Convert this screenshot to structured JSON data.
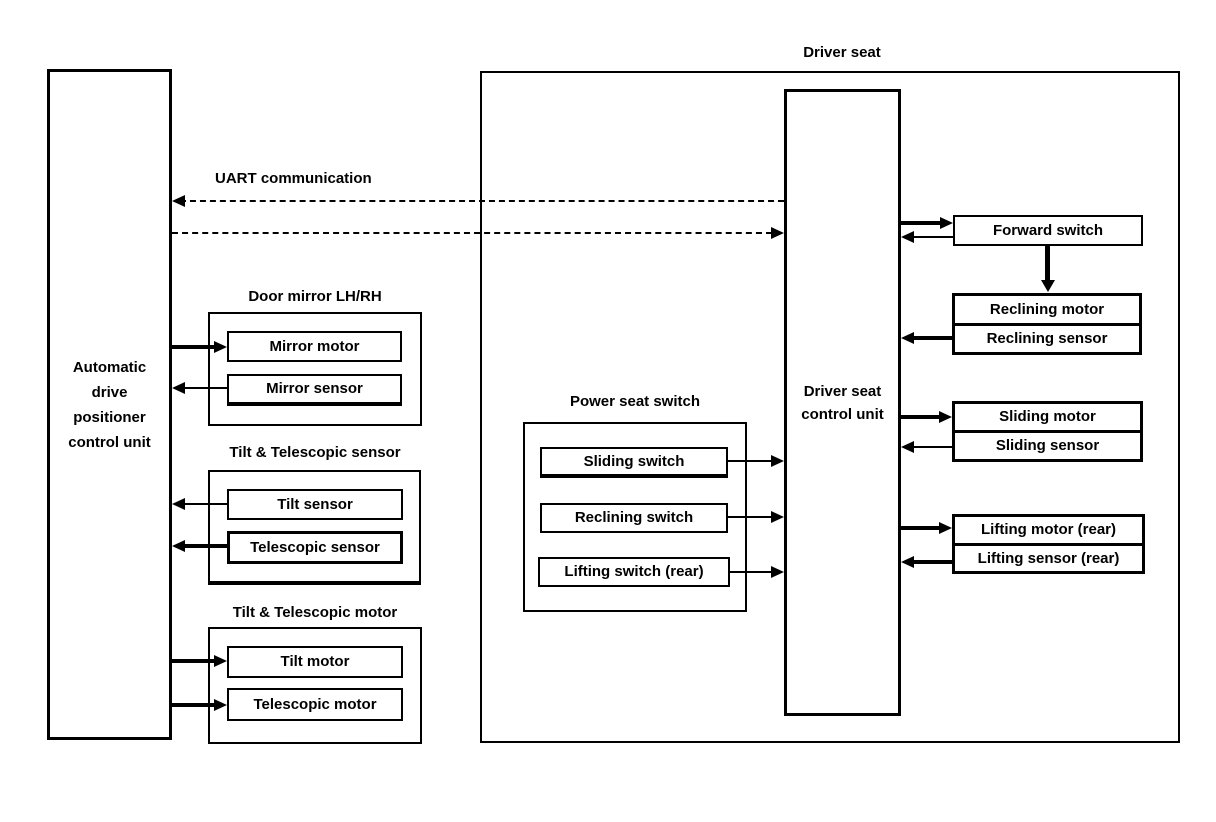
{
  "colors": {
    "line": "#000000",
    "background": "#ffffff"
  },
  "left_unit": {
    "line1": "Automatic",
    "line2": "drive",
    "line3": "positioner",
    "line4": "control unit"
  },
  "uart": {
    "label": "UART communication"
  },
  "driver_seat": {
    "title": "Driver seat",
    "control_unit": {
      "line1": "Driver seat",
      "line2": "control unit"
    }
  },
  "door_mirror": {
    "title": "Door mirror LH/RH",
    "motor": "Mirror motor",
    "sensor": "Mirror sensor"
  },
  "tilt_telescopic_sensor": {
    "title": "Tilt & Telescopic sensor",
    "tilt": "Tilt sensor",
    "telescopic": "Telescopic sensor"
  },
  "tilt_telescopic_motor": {
    "title": "Tilt & Telescopic motor",
    "tilt": "Tilt motor",
    "telescopic": "Telescopic motor"
  },
  "power_seat_switch": {
    "title": "Power seat switch",
    "sliding": "Sliding switch",
    "reclining": "Reclining switch",
    "lifting": "Lifting switch (rear)"
  },
  "seat_devices": {
    "forward_switch": "Forward switch",
    "reclining_motor": "Reclining motor",
    "reclining_sensor": "Reclining sensor",
    "sliding_motor": "Sliding motor",
    "sliding_sensor": "Sliding sensor",
    "lifting_motor": "Lifting motor (rear)",
    "lifting_sensor": "Lifting sensor (rear)"
  },
  "connections": [
    {
      "from": "Driver seat control unit",
      "to": "Automatic drive positioner control unit",
      "style": "dashed",
      "label": "UART communication"
    },
    {
      "from": "Automatic drive positioner control unit",
      "to": "Driver seat control unit",
      "style": "dashed",
      "label": "UART communication"
    },
    {
      "from": "Automatic drive positioner control unit",
      "to": "Mirror motor",
      "style": "thick"
    },
    {
      "from": "Mirror sensor",
      "to": "Automatic drive positioner control unit",
      "style": "thin"
    },
    {
      "from": "Tilt sensor",
      "to": "Automatic drive positioner control unit",
      "style": "thin"
    },
    {
      "from": "Telescopic sensor",
      "to": "Automatic drive positioner control unit",
      "style": "thick"
    },
    {
      "from": "Automatic drive positioner control unit",
      "to": "Tilt motor",
      "style": "thick"
    },
    {
      "from": "Automatic drive positioner control unit",
      "to": "Telescopic motor",
      "style": "thick"
    },
    {
      "from": "Sliding switch",
      "to": "Driver seat control unit",
      "style": "thin"
    },
    {
      "from": "Reclining switch",
      "to": "Driver seat control unit",
      "style": "thin"
    },
    {
      "from": "Lifting switch (rear)",
      "to": "Driver seat control unit",
      "style": "thin"
    },
    {
      "from": "Driver seat control unit",
      "to": "Forward switch",
      "style": "thick"
    },
    {
      "from": "Forward switch",
      "to": "Driver seat control unit",
      "style": "thin"
    },
    {
      "from": "Forward switch",
      "to": "Reclining motor",
      "style": "thick"
    },
    {
      "from": "Reclining sensor",
      "to": "Driver seat control unit",
      "style": "thick"
    },
    {
      "from": "Driver seat control unit",
      "to": "Sliding motor",
      "style": "thick"
    },
    {
      "from": "Sliding sensor",
      "to": "Driver seat control unit",
      "style": "thin"
    },
    {
      "from": "Driver seat control unit",
      "to": "Lifting motor (rear)",
      "style": "thick"
    },
    {
      "from": "Lifting sensor (rear)",
      "to": "Driver seat control unit",
      "style": "thick"
    }
  ]
}
